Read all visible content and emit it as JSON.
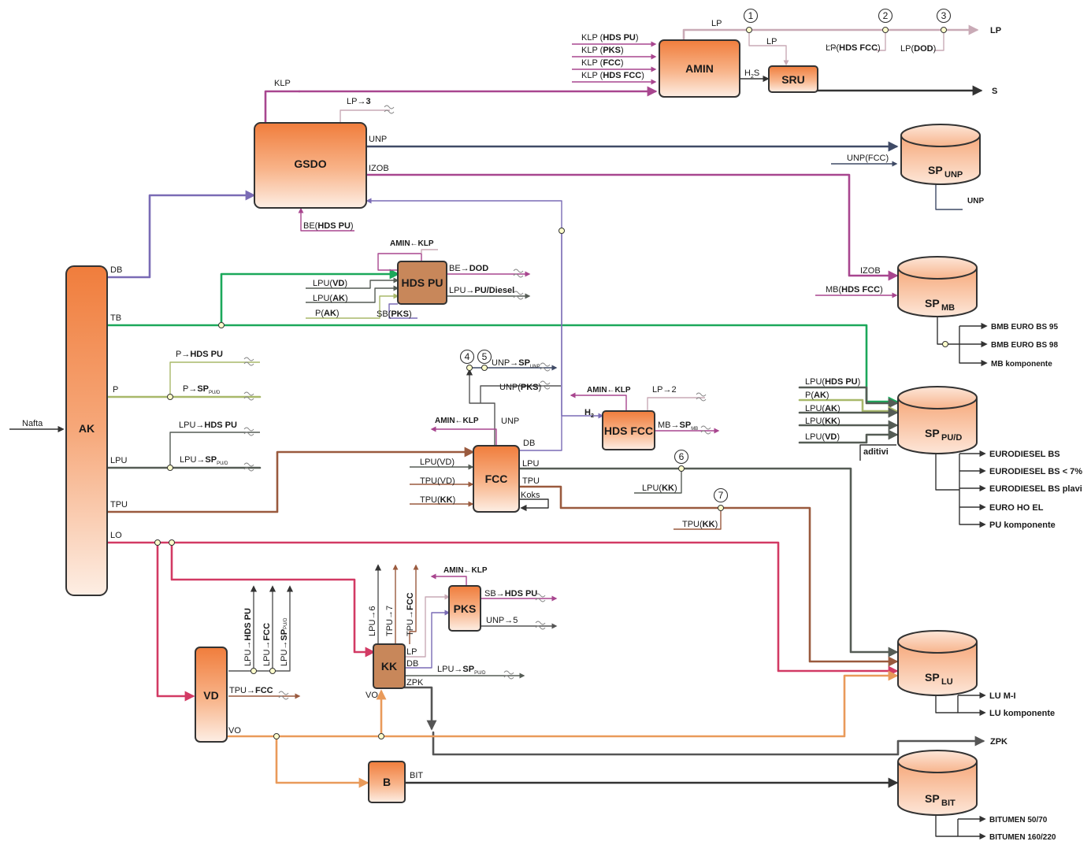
{
  "units": {
    "AK": "AK",
    "GSDO": "GSDO",
    "AMIN": "AMIN",
    "SRU": "SRU",
    "HDS_PU": "HDS PU",
    "FCC": "FCC",
    "HDS_FCC": "HDS FCC",
    "PKS": "PKS",
    "KK": "KK",
    "VD": "VD",
    "B": "B"
  },
  "tanks": {
    "UNP": {
      "main": "SP",
      "sub": "UNP"
    },
    "MB": {
      "main": "SP",
      "sub": "MB"
    },
    "PUD": {
      "main": "SP",
      "sub": "PU/D"
    },
    "LU": {
      "main": "SP",
      "sub": "LU"
    },
    "BIT": {
      "main": "SP",
      "sub": "BIT"
    }
  },
  "markers": [
    "1",
    "2",
    "3",
    "4",
    "5",
    "6",
    "7"
  ],
  "labels": {
    "nafta": "Nafta",
    "ak_db": "DB",
    "ak_tb": "TB",
    "ak_p": "P",
    "ak_lpu": "LPU",
    "ak_tpu": "TPU",
    "ak_lo": "LO",
    "klp_gsdo": "KLP",
    "lp_to3_pre": "LP→",
    "gsdo_unp": "UNP",
    "gsdo_izob": "IZOB",
    "be_hdspu_pre": "BE(",
    "be_hdspu_b": "HDS PU",
    "be_hdspu_post": ")",
    "amin_in1_pre": "KLP (",
    "amin_in1_b": "HDS PU",
    "amin_in1_post": ")",
    "amin_in2_pre": "KLP (",
    "amin_in2_b": "PKS",
    "amin_in2_post": ")",
    "amin_in3_pre": "KLP (",
    "amin_in3_b": "FCC",
    "amin_in3_post": ")",
    "amin_in4_pre": "KLP (",
    "amin_in4_b": "HDS FCC",
    "amin_in4_post": ")",
    "amin_lp": "LP",
    "sru_lp": "LP",
    "h2s_pre": "H",
    "h2s_sub": "2",
    "h2s_post": "S",
    "lp_hdsfcc_pre": "LP(",
    "lp_hdsfcc_b": "HDS FCC",
    "lp_hdsfcc_post": ")",
    "lp_dod_pre": "LP(",
    "lp_dod_b": "DOD",
    "lp_dod_post": ")",
    "out_lp": "LP",
    "out_s": "S",
    "unp_fcc": "UNP(FCC)",
    "out_unp": "UNP",
    "hdspu_amin": "AMIN←KLP",
    "hdspu_be_pre": "BE→",
    "hdspu_be_b": "DOD",
    "hdspu_lpu_pre": "LPU→",
    "hdspu_lpu_b": "PU/Diesel",
    "lpu_vd_pre": "LPU(",
    "lpu_vd_b": "VD",
    "lpu_vd_post": ")",
    "lpu_ak_pre": "LPU(",
    "lpu_ak_b": "AK",
    "lpu_ak_post": ")",
    "p_ak_pre": "P(",
    "p_ak_b": "AK",
    "p_ak_post": ")",
    "sb_pks_pre": "SB(",
    "sb_pks_b": "PKS",
    "sb_pks_post": ")",
    "izob_mb": "IZOB",
    "mb_hdsfcc_pre": "MB(",
    "mb_hdsfcc_b": "HDS FCC",
    "mb_hdsfcc_post": ")",
    "p_hdspu_pre": "P→",
    "p_hdspu_b": "HDS PU",
    "p_sp_pre": "P→",
    "p_sp_b": "SP",
    "p_sp_sub": "PU/D",
    "lpu_hdspu_pre": "LPU→",
    "lpu_hdspu_b": "HDS PU",
    "lpu_sp_pre": "LPU→",
    "lpu_sp_b": "SP",
    "lpu_sp_sub": "PU/D",
    "unp_sp_pre": "UNP→",
    "unp_sp_b": "SP",
    "unp_sp_sub": "UNP",
    "unp_pks_pre": "UNP(",
    "unp_pks_b": "PKS",
    "unp_pks_post": ")",
    "fcc_amin": "AMIN←KLP",
    "fcc_unp": "UNP",
    "fcc_db": "DB",
    "hdsfcc_amin": "AMIN←KLP",
    "lp_to2_pre": "LP→",
    "h2_pre": "H",
    "h2_sub": "2",
    "mb_sp_pre": "MB→",
    "mb_sp_b": "SP",
    "mb_sp_sub": "MB",
    "fcc_lpu_vd": "LPU(VD)",
    "fcc_tpu_vd": "TPU(VD)",
    "fcc_tpu_kk_pre": "TPU(",
    "fcc_tpu_kk_b": "KK",
    "fcc_tpu_kk_post": ")",
    "fcc_lpu": "LPU",
    "fcc_tpu": "TPU",
    "fcc_koks": "Koks",
    "lpu_kk_pre": "LPU(",
    "lpu_kk_b": "KK",
    "lpu_kk_post": ")",
    "tpu_kk_pre": "TPU(",
    "tpu_kk_b": "KK",
    "tpu_kk_post": ")",
    "pud_in1_pre": "LPU(",
    "pud_in1_b": "HDS PU",
    "pud_in1_post": ")",
    "pud_in2_pre": "P(",
    "pud_in2_b": "AK",
    "pud_in2_post": ")",
    "pud_in3_pre": "LPU(",
    "pud_in3_b": "AK",
    "pud_in3_post": ")",
    "pud_in4_pre": "LPU(",
    "pud_in4_b": "KK",
    "pud_in4_post": ")",
    "pud_in5_pre": "LPU(",
    "pud_in5_b": "VD",
    "pud_in5_post": ")",
    "aditivi": "aditivi",
    "pks_amin": "AMIN←KLP",
    "pks_sb_pre": "SB→",
    "pks_sb_b": "HDS PU",
    "pks_unp_pre": "UNP→",
    "kk_lpu6": "LPU→",
    "kk_tpu7": "TPU→",
    "kk_tpufcc_pre": "TPU→",
    "kk_tpufcc_b": "FCC",
    "kk_lp": "LP",
    "kk_db": "DB",
    "kk_zpk": "ZPK",
    "kk_vo": "VO",
    "kk_lpusp_pre": "LPU→",
    "kk_lpusp_b": "SP",
    "kk_lpusp_sub": "PU/D",
    "vd_v1_pre": "LPU→",
    "vd_v1_b": "HDS PU",
    "vd_v2_pre": "LPU→",
    "vd_v2_b": "FCC",
    "vd_v3_pre": "LPU→",
    "vd_v3_b": "SP",
    "vd_v3_sub": "PU/D",
    "vd_tpu_pre": "TPU→",
    "vd_tpu_b": "FCC",
    "vd_vo": "VO",
    "b_bit": "BIT",
    "out_zpk": "ZPK"
  },
  "products": {
    "mb": [
      "BMB EURO BS 95",
      "BMB EURO BS 98",
      "MB komponente"
    ],
    "pud": [
      "EURODIESEL BS",
      "EURODIESEL BS < 7%",
      "EURODIESEL BS plavi",
      "EURO HO EL",
      "PU komponente"
    ],
    "lu": [
      "LU M-I",
      "LU komponente"
    ],
    "bit": [
      "BITUMEN 50/70",
      "BITUMEN 160/220"
    ]
  },
  "colors": {
    "unit_top": "#f08a4b",
    "unit_bottom": "#fde7da",
    "unit_dark": "#c8875a",
    "db": "#7a6bb5",
    "tb": "#1ba85a",
    "p": "#a8b86a",
    "lpu": "#555c55",
    "tpu": "#9a5a3e",
    "lo": "#d23a64",
    "vo": "#e99a5a",
    "klp": "#a8468f",
    "lp": "#c9aab6",
    "unp": "#3f4a66",
    "izob": "#a8468f",
    "s": "#333333",
    "bit": "#333333",
    "zpk": "#555555"
  }
}
